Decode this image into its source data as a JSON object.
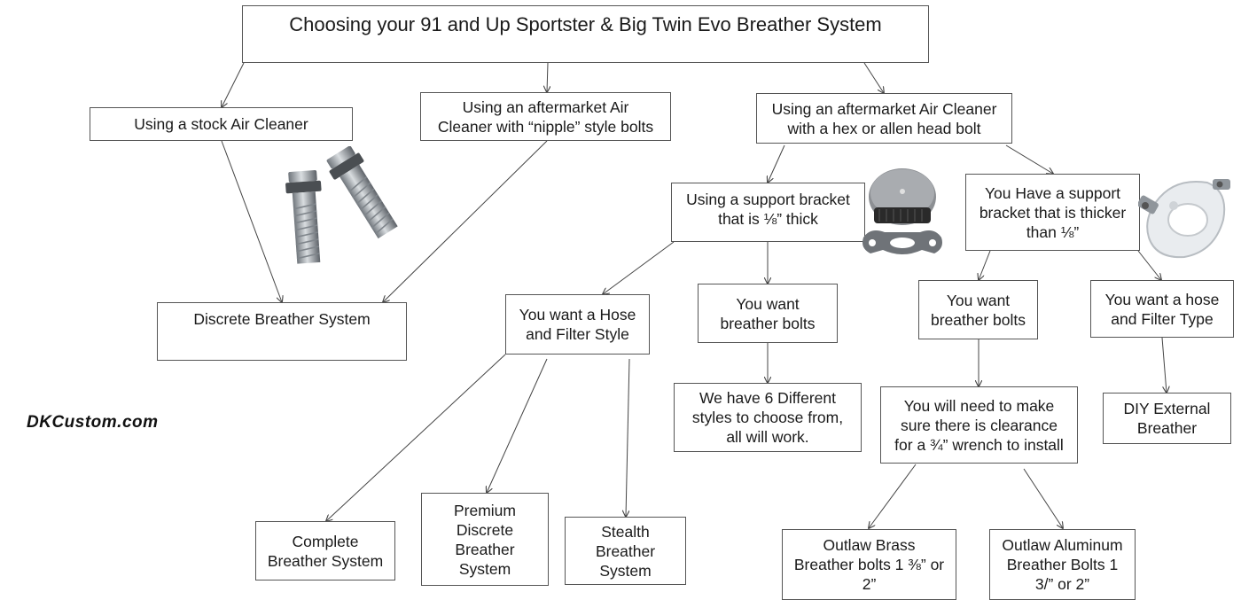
{
  "title": "Choosing your 91 and Up Sportster & Big Twin Evo Breather System",
  "nodes": {
    "stock": "Using a stock Air Cleaner",
    "nipple": "Using an aftermarket Air\nCleaner with “nipple” style bolts",
    "hex": "Using an aftermarket Air Cleaner\nwith a hex or allen head bolt",
    "discrete": "Discrete Breather System",
    "bracket_thin": "Using a support bracket\nthat is ⅛” thick",
    "bracket_thick": "You Have a support\nbracket that is thicker\nthan ⅛”",
    "hose_filter_style": "You want a Hose\nand Filter Style",
    "bolts_thin": "You want\nbreather bolts",
    "bolts_thick": "You want\nbreather bolts",
    "hose_filter_type": "You want a hose\nand Filter Type",
    "six_styles": "We have 6 Different\nstyles to choose from,\nall will work.",
    "clearance": "You will need to make\nsure there is clearance\nfor a ¾” wrench to install",
    "diy": "DIY External\nBreather",
    "complete": "Complete\nBreather System",
    "premium": "Premium\nDiscrete\nBreather\nSystem",
    "stealth": "Stealth\nBreather\nSystem",
    "brass": "Outlaw Brass\nBreather bolts 1 ⅜” or\n2”",
    "aluminum": "Outlaw Aluminum\nBreather Bolts 1\n3/” or 2”"
  },
  "brand": "DKCustom.com"
}
